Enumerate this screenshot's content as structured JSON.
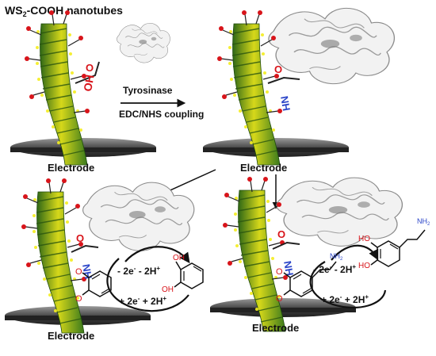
{
  "title": {
    "prefix": "WS",
    "subscript": "2",
    "suffix": "-COOH  nanotubes"
  },
  "reaction": {
    "reagent": "Tyrosinase",
    "method": "EDC/NHS coupling"
  },
  "electrode_label": "Electrode",
  "chemistry": {
    "carboxyl_oh": "OH",
    "carbonyl_o": "O",
    "amide_nh": "NH",
    "hydroxyl": "HO",
    "hydroxyl_alt": "OH",
    "amine": "NH",
    "amine_subscript": "2"
  },
  "redox": {
    "oxidation_prefix": "- 2e",
    "oxidation_middle": " - 2H",
    "reduction_prefix": "+ 2e",
    "reduction_middle": " + 2H",
    "charge_minus": "-",
    "charge_plus": "+"
  },
  "colors": {
    "nanotube_yellow": "#e8e21a",
    "nanotube_green": "#3d7a1e",
    "oxygen_red": "#d8141a",
    "nitrogen_blue": "#2a44c8",
    "electrode_dark": "#333333"
  }
}
